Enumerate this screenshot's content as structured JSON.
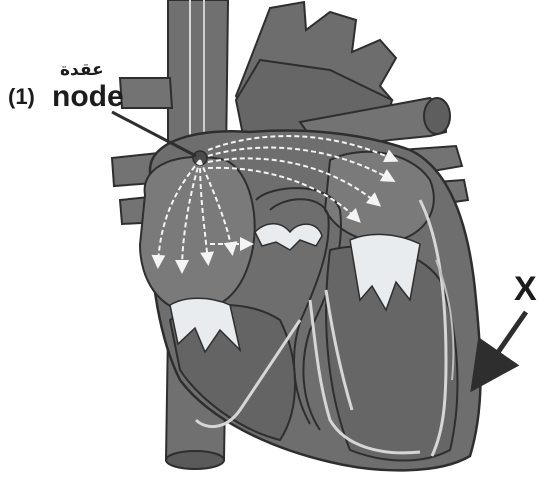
{
  "labels": {
    "node_number": "(1)",
    "node_arabic": "عقدة",
    "node_word": "node",
    "x_marker": "X"
  },
  "colors": {
    "tissue": "#6d6d6d",
    "tissue_dark": "#4f4f4f",
    "outline": "#2e2e2e",
    "valve": "#e8ecef",
    "impulse_path": "#f4f4f4",
    "label": "#1c1c1c"
  }
}
